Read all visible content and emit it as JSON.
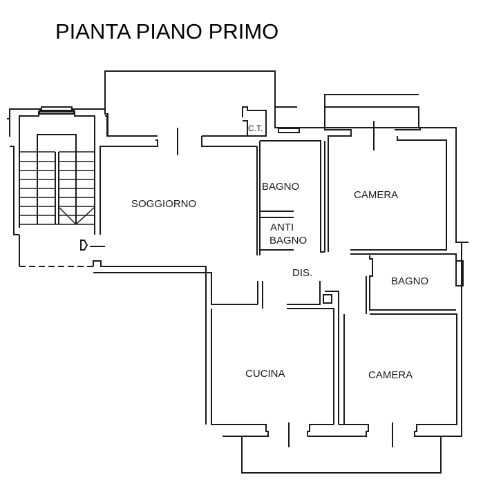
{
  "title": "PIANTA PIANO PRIMO",
  "rooms": {
    "soggiorno": "SOGGIORNO",
    "ct": "C.T.",
    "bagno1": "BAGNO",
    "antibagno_line1": "ANTI",
    "antibagno_line2": "BAGNO",
    "camera1": "CAMERA",
    "dis": "DIS.",
    "bagno2": "BAGNO",
    "cucina": "CUCINA",
    "camera2": "CAMERA"
  },
  "colors": {
    "wall": "#1a1a1a",
    "background": "#ffffff"
  }
}
